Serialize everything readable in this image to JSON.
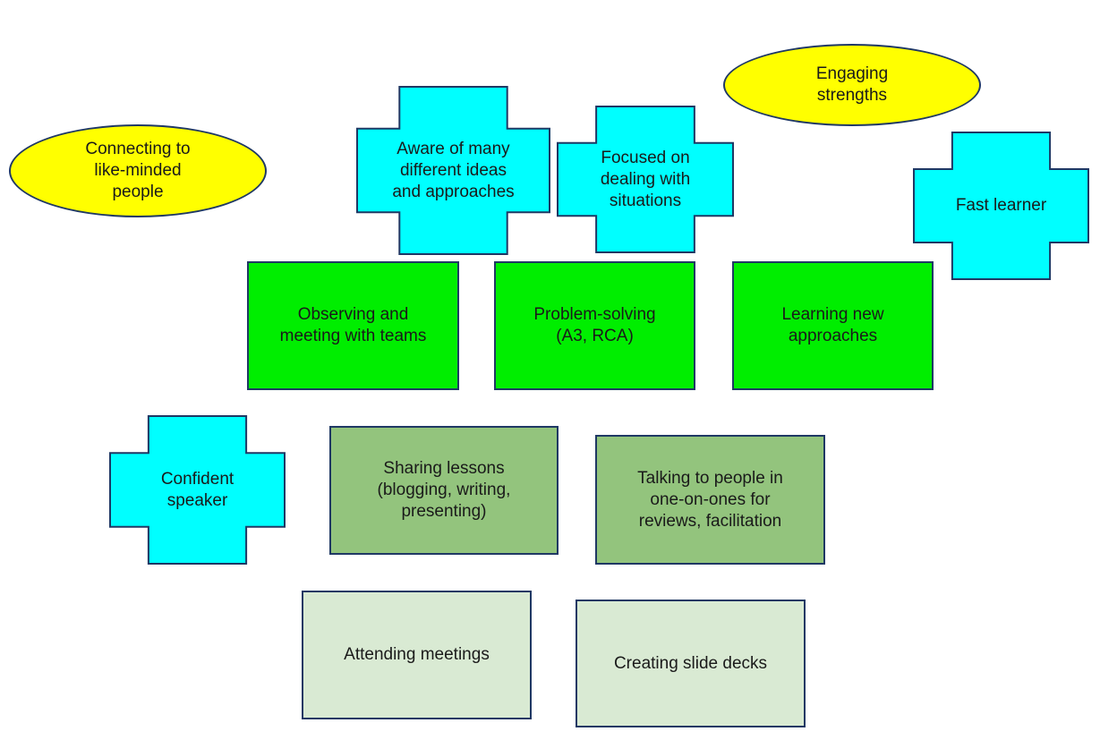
{
  "diagram": {
    "colors": {
      "yellow": "#ffff00",
      "cyan": "#00ffff",
      "green": "#00ee00",
      "medium_green": "#93c47d",
      "light_green": "#d9ead3",
      "outline": "#1f3864"
    },
    "ovals": {
      "engaging": "Engaging\nstrengths",
      "connecting": "Connecting to\nlike-minded\npeople"
    },
    "crosses": {
      "aware": "Aware of many\ndifferent ideas\nand approaches",
      "focused": "Focused on\ndealing with\nsituations",
      "fast": "Fast learner",
      "confident": "Confident\nspeaker"
    },
    "green_boxes": {
      "observing": "Observing and\nmeeting with teams",
      "problem": "Problem-solving\n(A3, RCA)",
      "learning": "Learning new\napproaches"
    },
    "medium_boxes": {
      "sharing": "Sharing lessons\n(blogging, writing,\npresenting)",
      "talking": "Talking to people in\none-on-ones for\nreviews, facilitation"
    },
    "light_boxes": {
      "attending": "Attending meetings",
      "creating": "Creating slide decks"
    }
  }
}
